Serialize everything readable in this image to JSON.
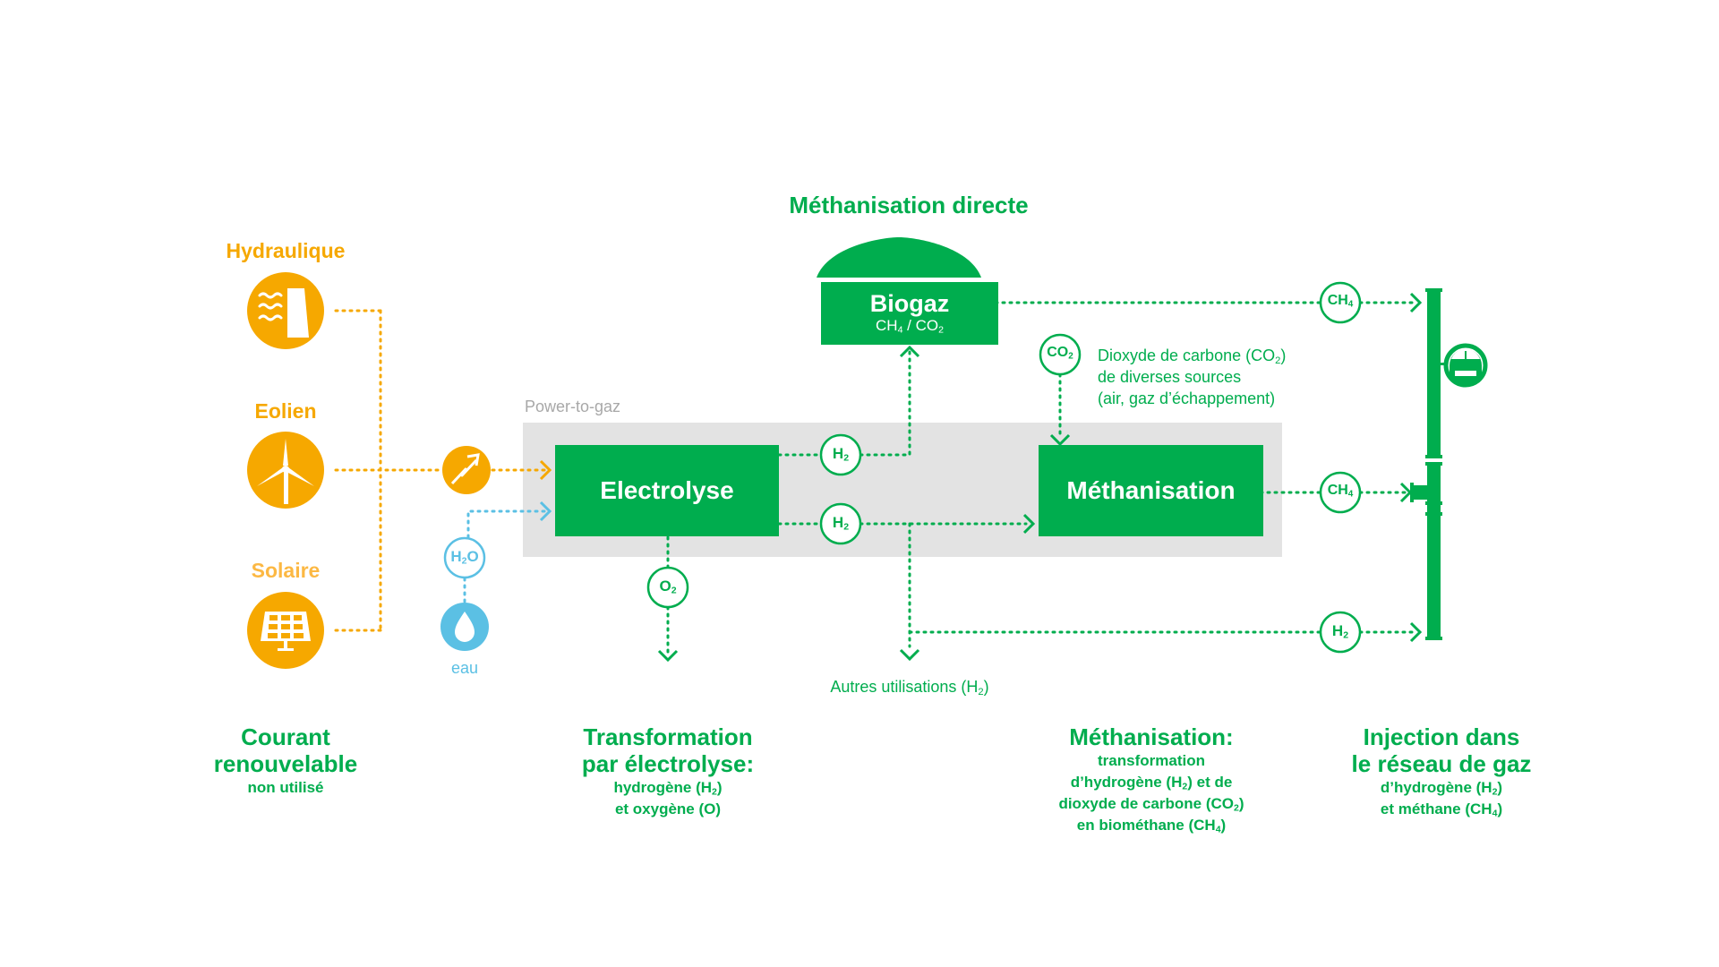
{
  "title": "Méthanisation directe",
  "colors": {
    "green": "#00AD4E",
    "orange": "#F6A800",
    "orange_light": "#FCB843",
    "blue": "#5BC0E4",
    "gray_panel": "#E3E3E3",
    "gray_text": "#A8A8A8"
  },
  "sources": [
    {
      "label": "Hydraulique",
      "icon": "hydro-dam-icon"
    },
    {
      "label": "Eolien",
      "icon": "wind-turbine-icon"
    },
    {
      "label": "Solaire",
      "icon": "solar-panel-icon"
    }
  ],
  "power_icon": "electricity-bolt-icon",
  "water": {
    "molecule": "H",
    "molecule_sub": "2",
    "molecule_tail": "O",
    "label": "eau",
    "icon": "water-drop-icon"
  },
  "power_to_gas_label": "Power-to-gaz",
  "electrolyse": {
    "label": "Electrolyse"
  },
  "methanisation_box": {
    "label": "Méthanisation"
  },
  "biogaz": {
    "label": "Biogaz",
    "formula_a": "CH",
    "formula_a_sub": "4",
    "separator": " / ",
    "formula_b": "CO",
    "formula_b_sub": "2"
  },
  "co2_source": {
    "circle": "CO",
    "circle_sub": "2",
    "line1_a": "Dioxyde de carbone (CO",
    "line1_sub": "2",
    "line1_b": ")",
    "line2": "de diverses sources",
    "line3": "(air, gaz d’échappement)"
  },
  "molecules": {
    "h2": {
      "base": "H",
      "sub": "2"
    },
    "o2": {
      "base": "O",
      "sub": "2"
    },
    "ch4": {
      "base": "CH",
      "sub": "4"
    }
  },
  "other_uses": {
    "text_a": "Autres utilisations (H",
    "sub": "2",
    "text_b": ")"
  },
  "grid": {
    "icon": "gas-pipe-icon",
    "meter_icon": "pressure-gauge-icon"
  },
  "captions": [
    {
      "heading": [
        "Courant",
        "renouvelable"
      ],
      "sub": [
        "non utilisé"
      ]
    },
    {
      "heading": [
        "Transformation",
        "par électrolyse:"
      ],
      "sub_a": "hydrogène (H",
      "sub_a_sub": "2",
      "sub_a_end": ")",
      "sub_b": "et oxygène (O)"
    },
    {
      "heading": [
        "Méthanisation:"
      ],
      "l1": "transformation",
      "l2a": "d’hydrogène (H",
      "l2sub": "2",
      "l2b": ") et de",
      "l3a": "dioxyde de carbone (CO",
      "l3sub": "2",
      "l3b": ")",
      "l4a": "en biométhane (CH",
      "l4sub": "4",
      "l4b": ")"
    },
    {
      "heading": [
        "Injection dans",
        "le réseau de gaz"
      ],
      "l1a": "d’hydrogène (H",
      "l1sub": "2",
      "l1b": ")",
      "l2a": "et méthane (CH",
      "l2sub": "4",
      "l2b": ")"
    }
  ]
}
